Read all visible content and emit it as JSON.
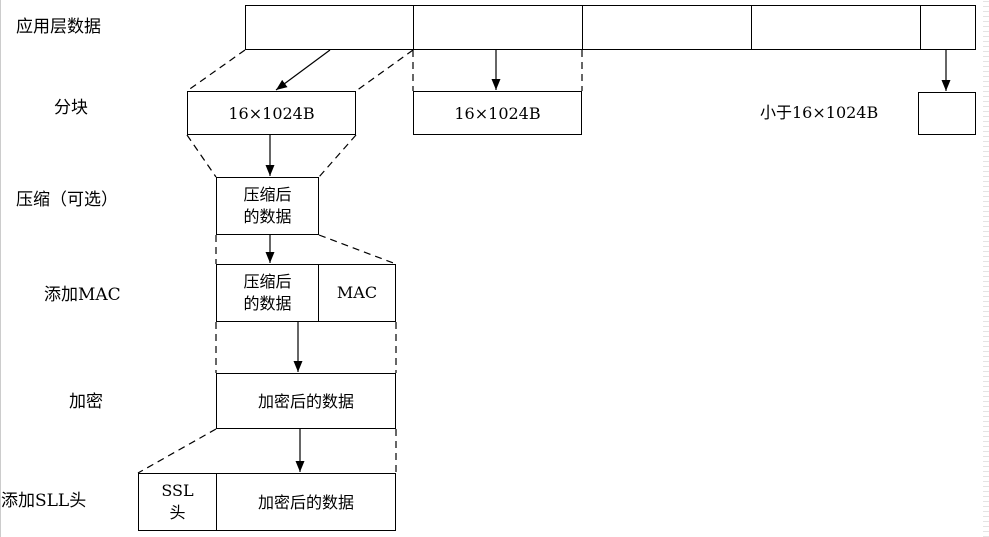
{
  "diagram": {
    "row_labels": {
      "app_data": "应用层数据",
      "split": "分块",
      "compress": "压缩（可选）",
      "add_mac": "添加MAC",
      "encrypt": "加密",
      "add_ssl": "添加SLL头"
    },
    "blocks": {
      "chunk1": "16×1024B",
      "chunk2": "16×1024B",
      "chunk_last_label": "小于16×1024B",
      "compressed_line1": "压缩后",
      "compressed_line2": "的数据",
      "mac": "MAC",
      "encrypted": "加密后的数据",
      "ssl_header_line1": "SSL",
      "ssl_header_line2": "头",
      "encrypted_final": "加密后的数据"
    }
  }
}
